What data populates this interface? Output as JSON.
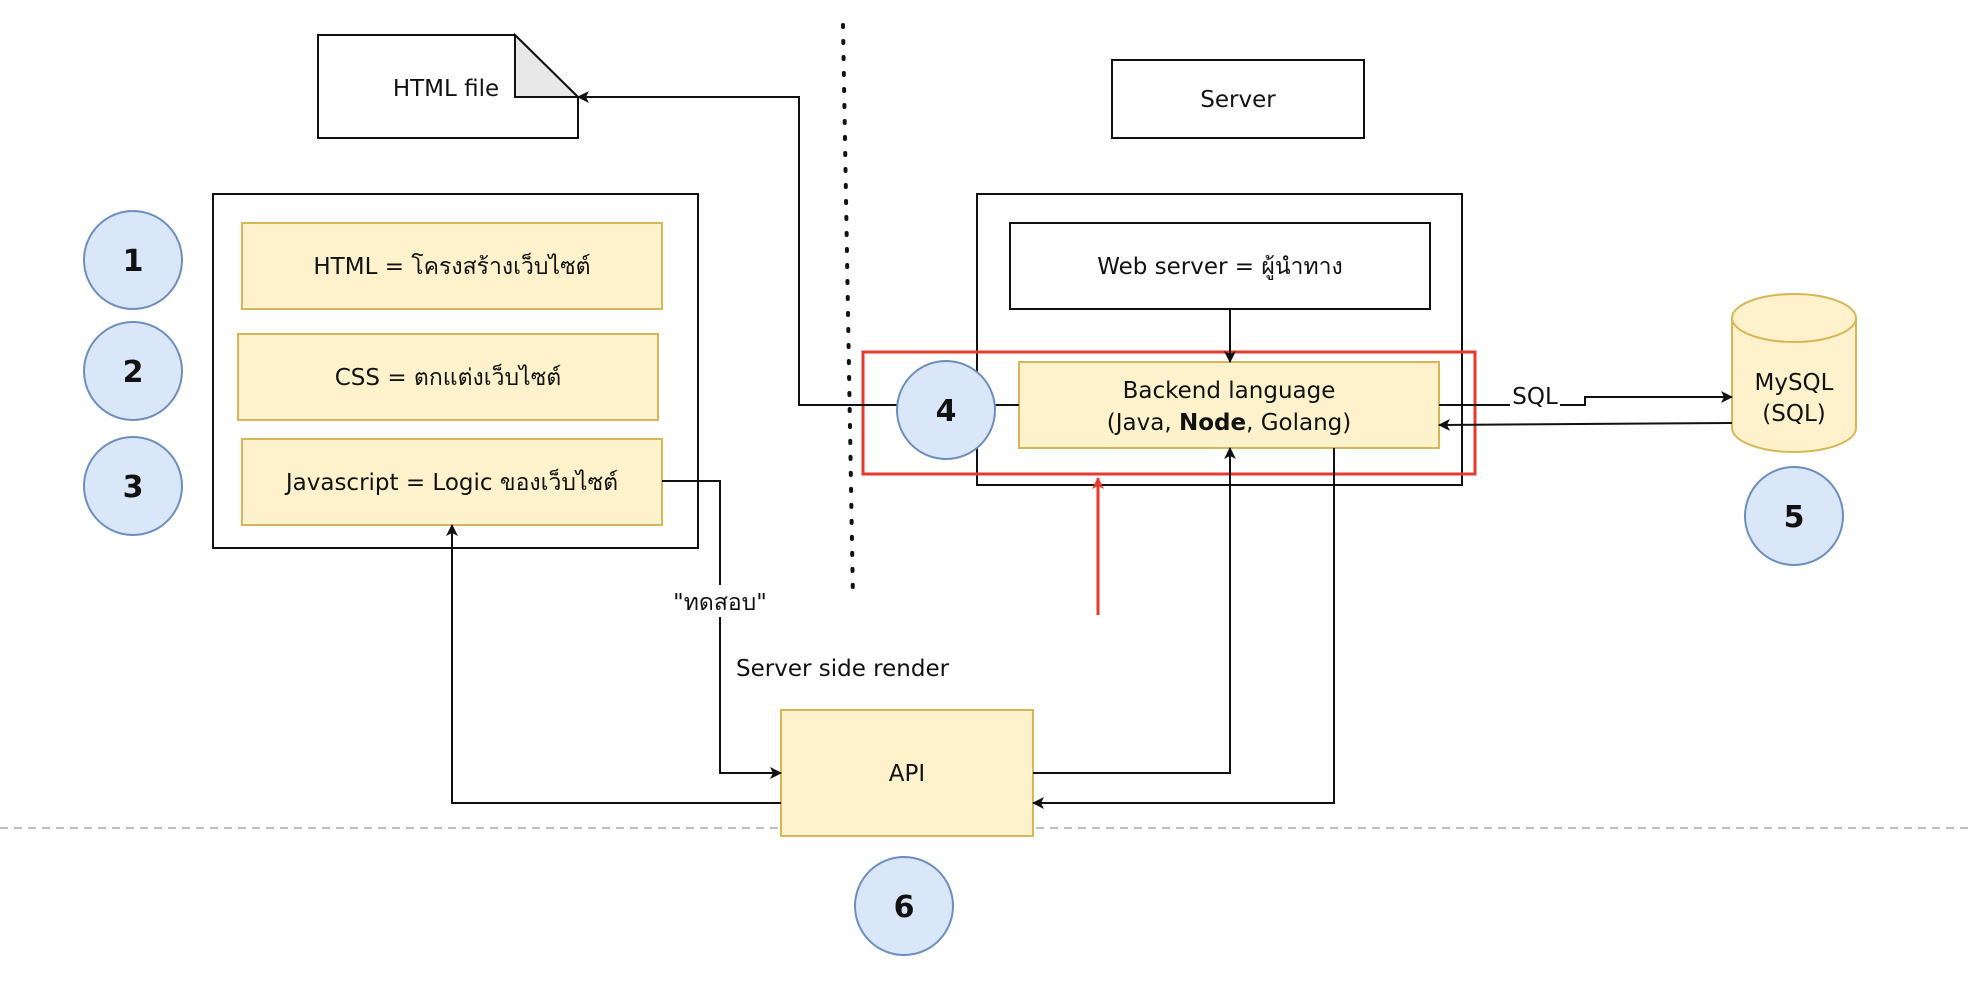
{
  "document": {
    "html_file": "HTML file",
    "server": "Server"
  },
  "client_layers": {
    "html": "HTML = โครงสร้างเว็บไซต์",
    "css": "CSS = ตกแต่งเว็บไซต์",
    "javascript": "Javascript = Logic ของเว็บไซต์"
  },
  "server_box": {
    "web_server": "Web server = ผู้นำทาง",
    "backend_line1": "Backend language",
    "backend_line2_open": "(Java, ",
    "backend_line2_bold": "Node",
    "backend_line2_close": ", Golang)"
  },
  "database": {
    "line1": "MySQL",
    "line2": "(SQL)",
    "edge_label": "SQL"
  },
  "api": {
    "label": "API",
    "edge_label_test": "\"ทดสอบ\"",
    "caption": "Server side render"
  },
  "markers": {
    "one": "1",
    "two": "2",
    "three": "3",
    "four": "4",
    "five": "5",
    "six": "6"
  },
  "colors": {
    "highlight_red": "#e53a2d",
    "node_fill": "#fdf2cc",
    "node_stroke": "#d6b656",
    "marker_fill": "#dae7f8",
    "marker_stroke": "#6c8ebf"
  }
}
